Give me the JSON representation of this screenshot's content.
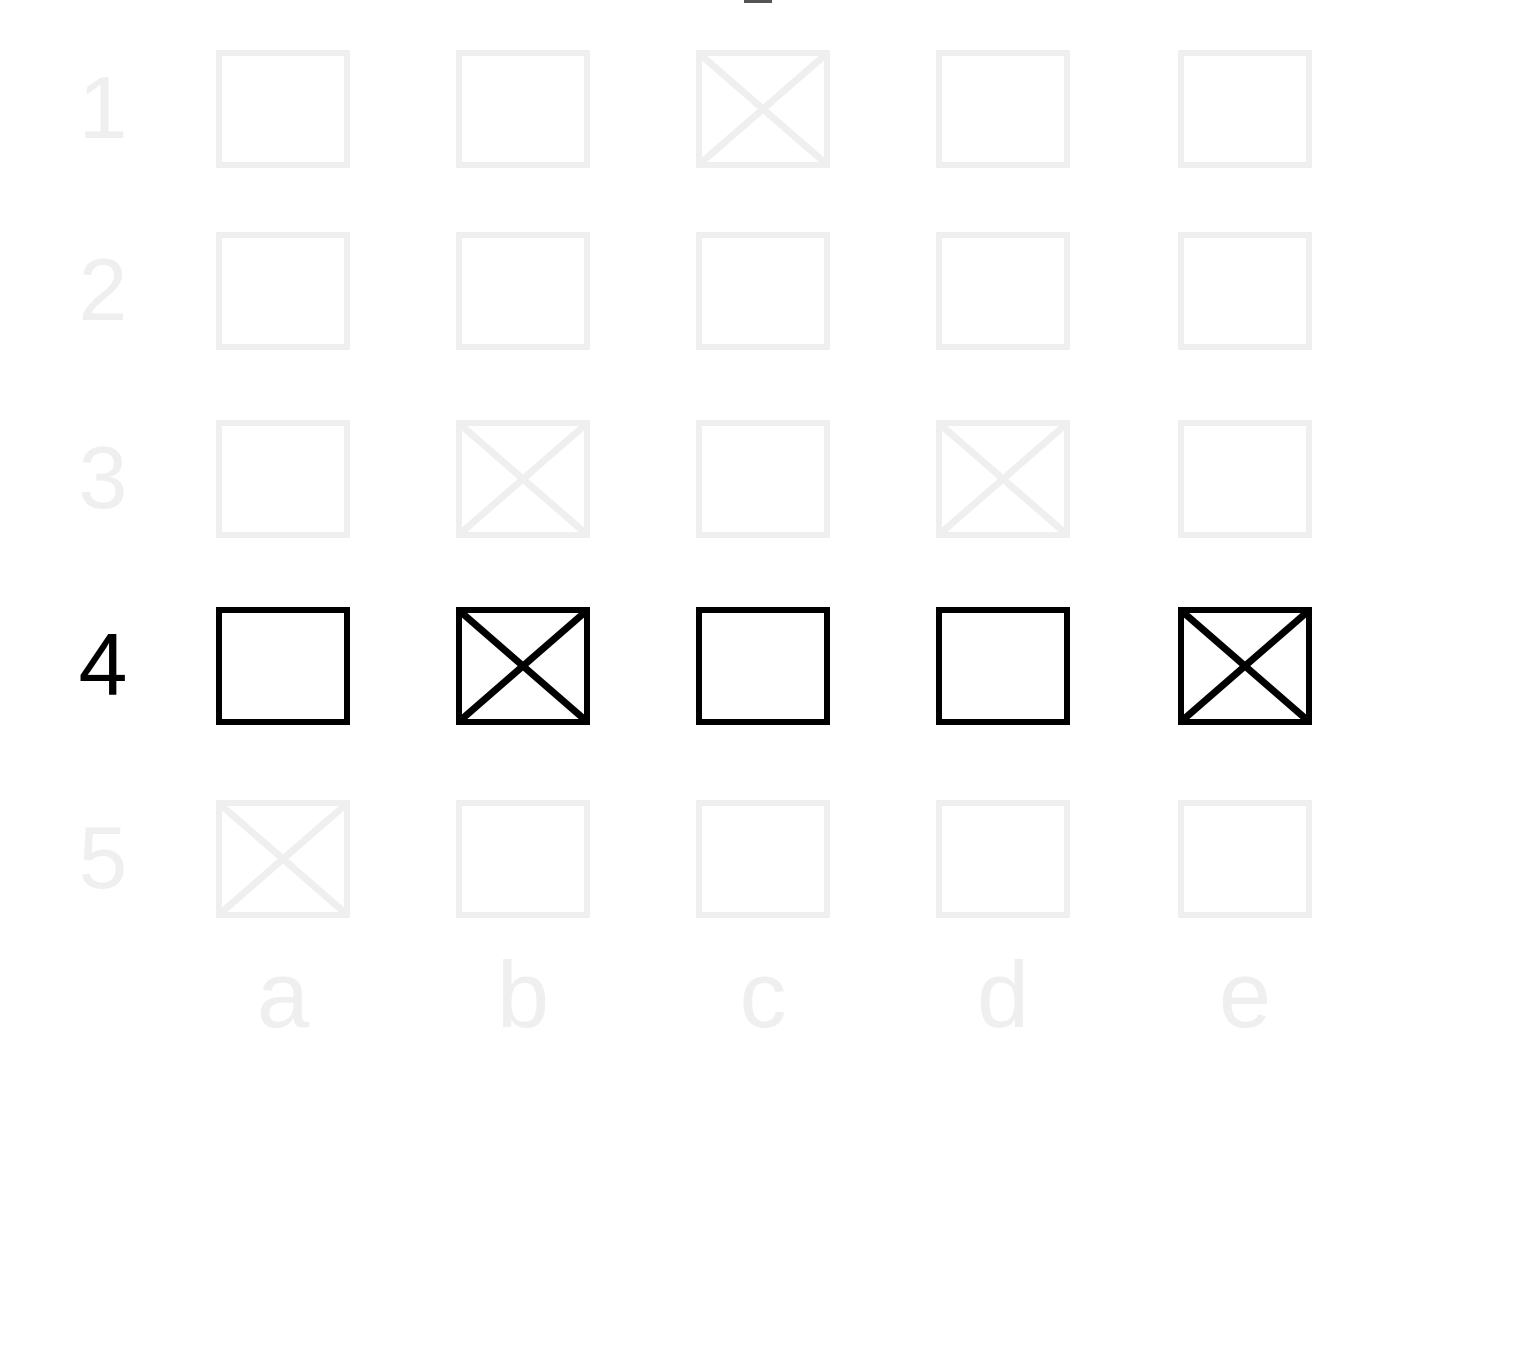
{
  "colors": {
    "faded": "#efefef",
    "active": "#000000"
  },
  "active_row": "4",
  "rows": [
    {
      "label": "1",
      "marks": [
        false,
        false,
        true,
        false,
        false
      ]
    },
    {
      "label": "2",
      "marks": [
        false,
        false,
        false,
        false,
        false
      ]
    },
    {
      "label": "3",
      "marks": [
        false,
        true,
        false,
        true,
        false
      ]
    },
    {
      "label": "4",
      "marks": [
        false,
        true,
        false,
        false,
        true
      ]
    },
    {
      "label": "5",
      "marks": [
        true,
        false,
        false,
        false,
        false
      ]
    }
  ],
  "columns": [
    "a",
    "b",
    "c",
    "d",
    "e"
  ]
}
